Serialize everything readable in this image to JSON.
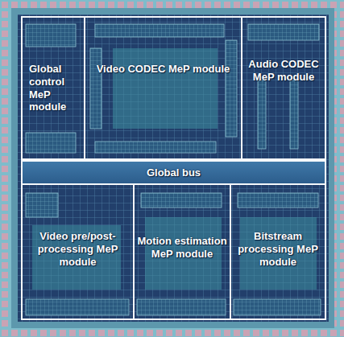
{
  "diagram": {
    "nodes": [
      {
        "text": [
          "Global control MeP module"
        ]
      },
      {
        "text": [
          "Video CODEC MeP module"
        ]
      },
      {
        "text": [
          "Audio CODEC MeP module"
        ]
      },
      {
        "text": [
          "Global bus"
        ]
      },
      {
        "text": [
          "Video pre/post-processing MeP module"
        ]
      },
      {
        "text": [
          "Motion estimation MeP module"
        ]
      },
      {
        "text": [
          "Bitstream processing MeP module"
        ]
      }
    ]
  }
}
